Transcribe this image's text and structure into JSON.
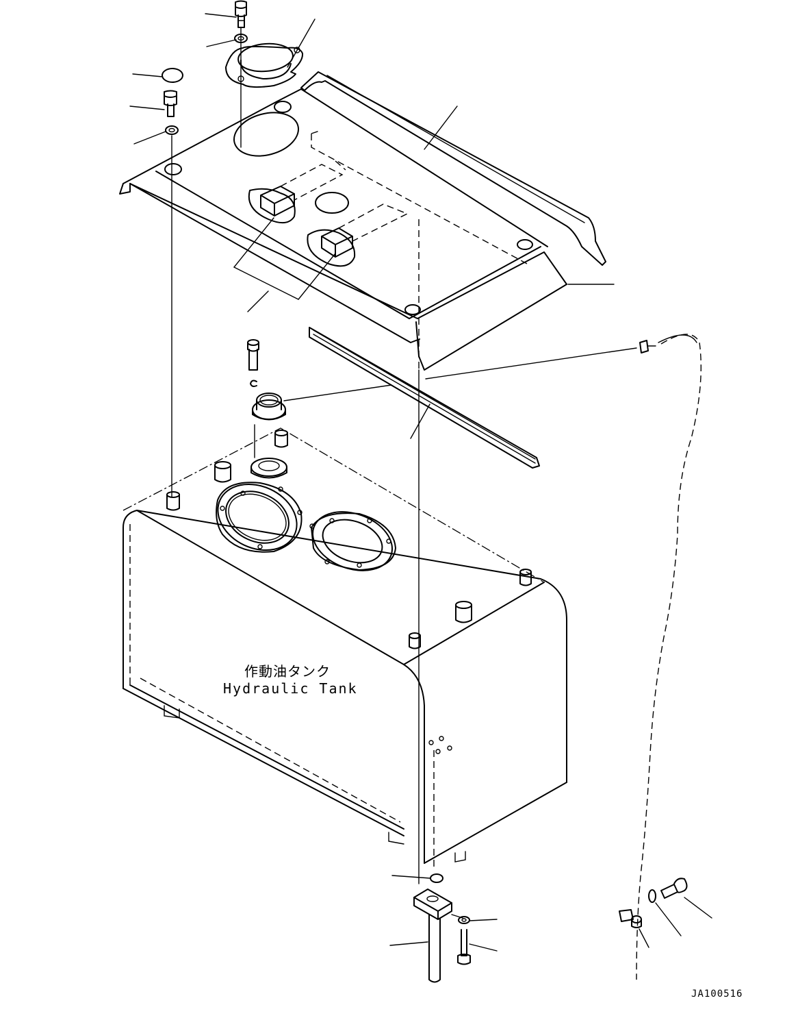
{
  "labels": {
    "tank_jp": "作動油タンク",
    "tank_en": "Hydraulic Tank",
    "drawing_code": "JA100516"
  }
}
